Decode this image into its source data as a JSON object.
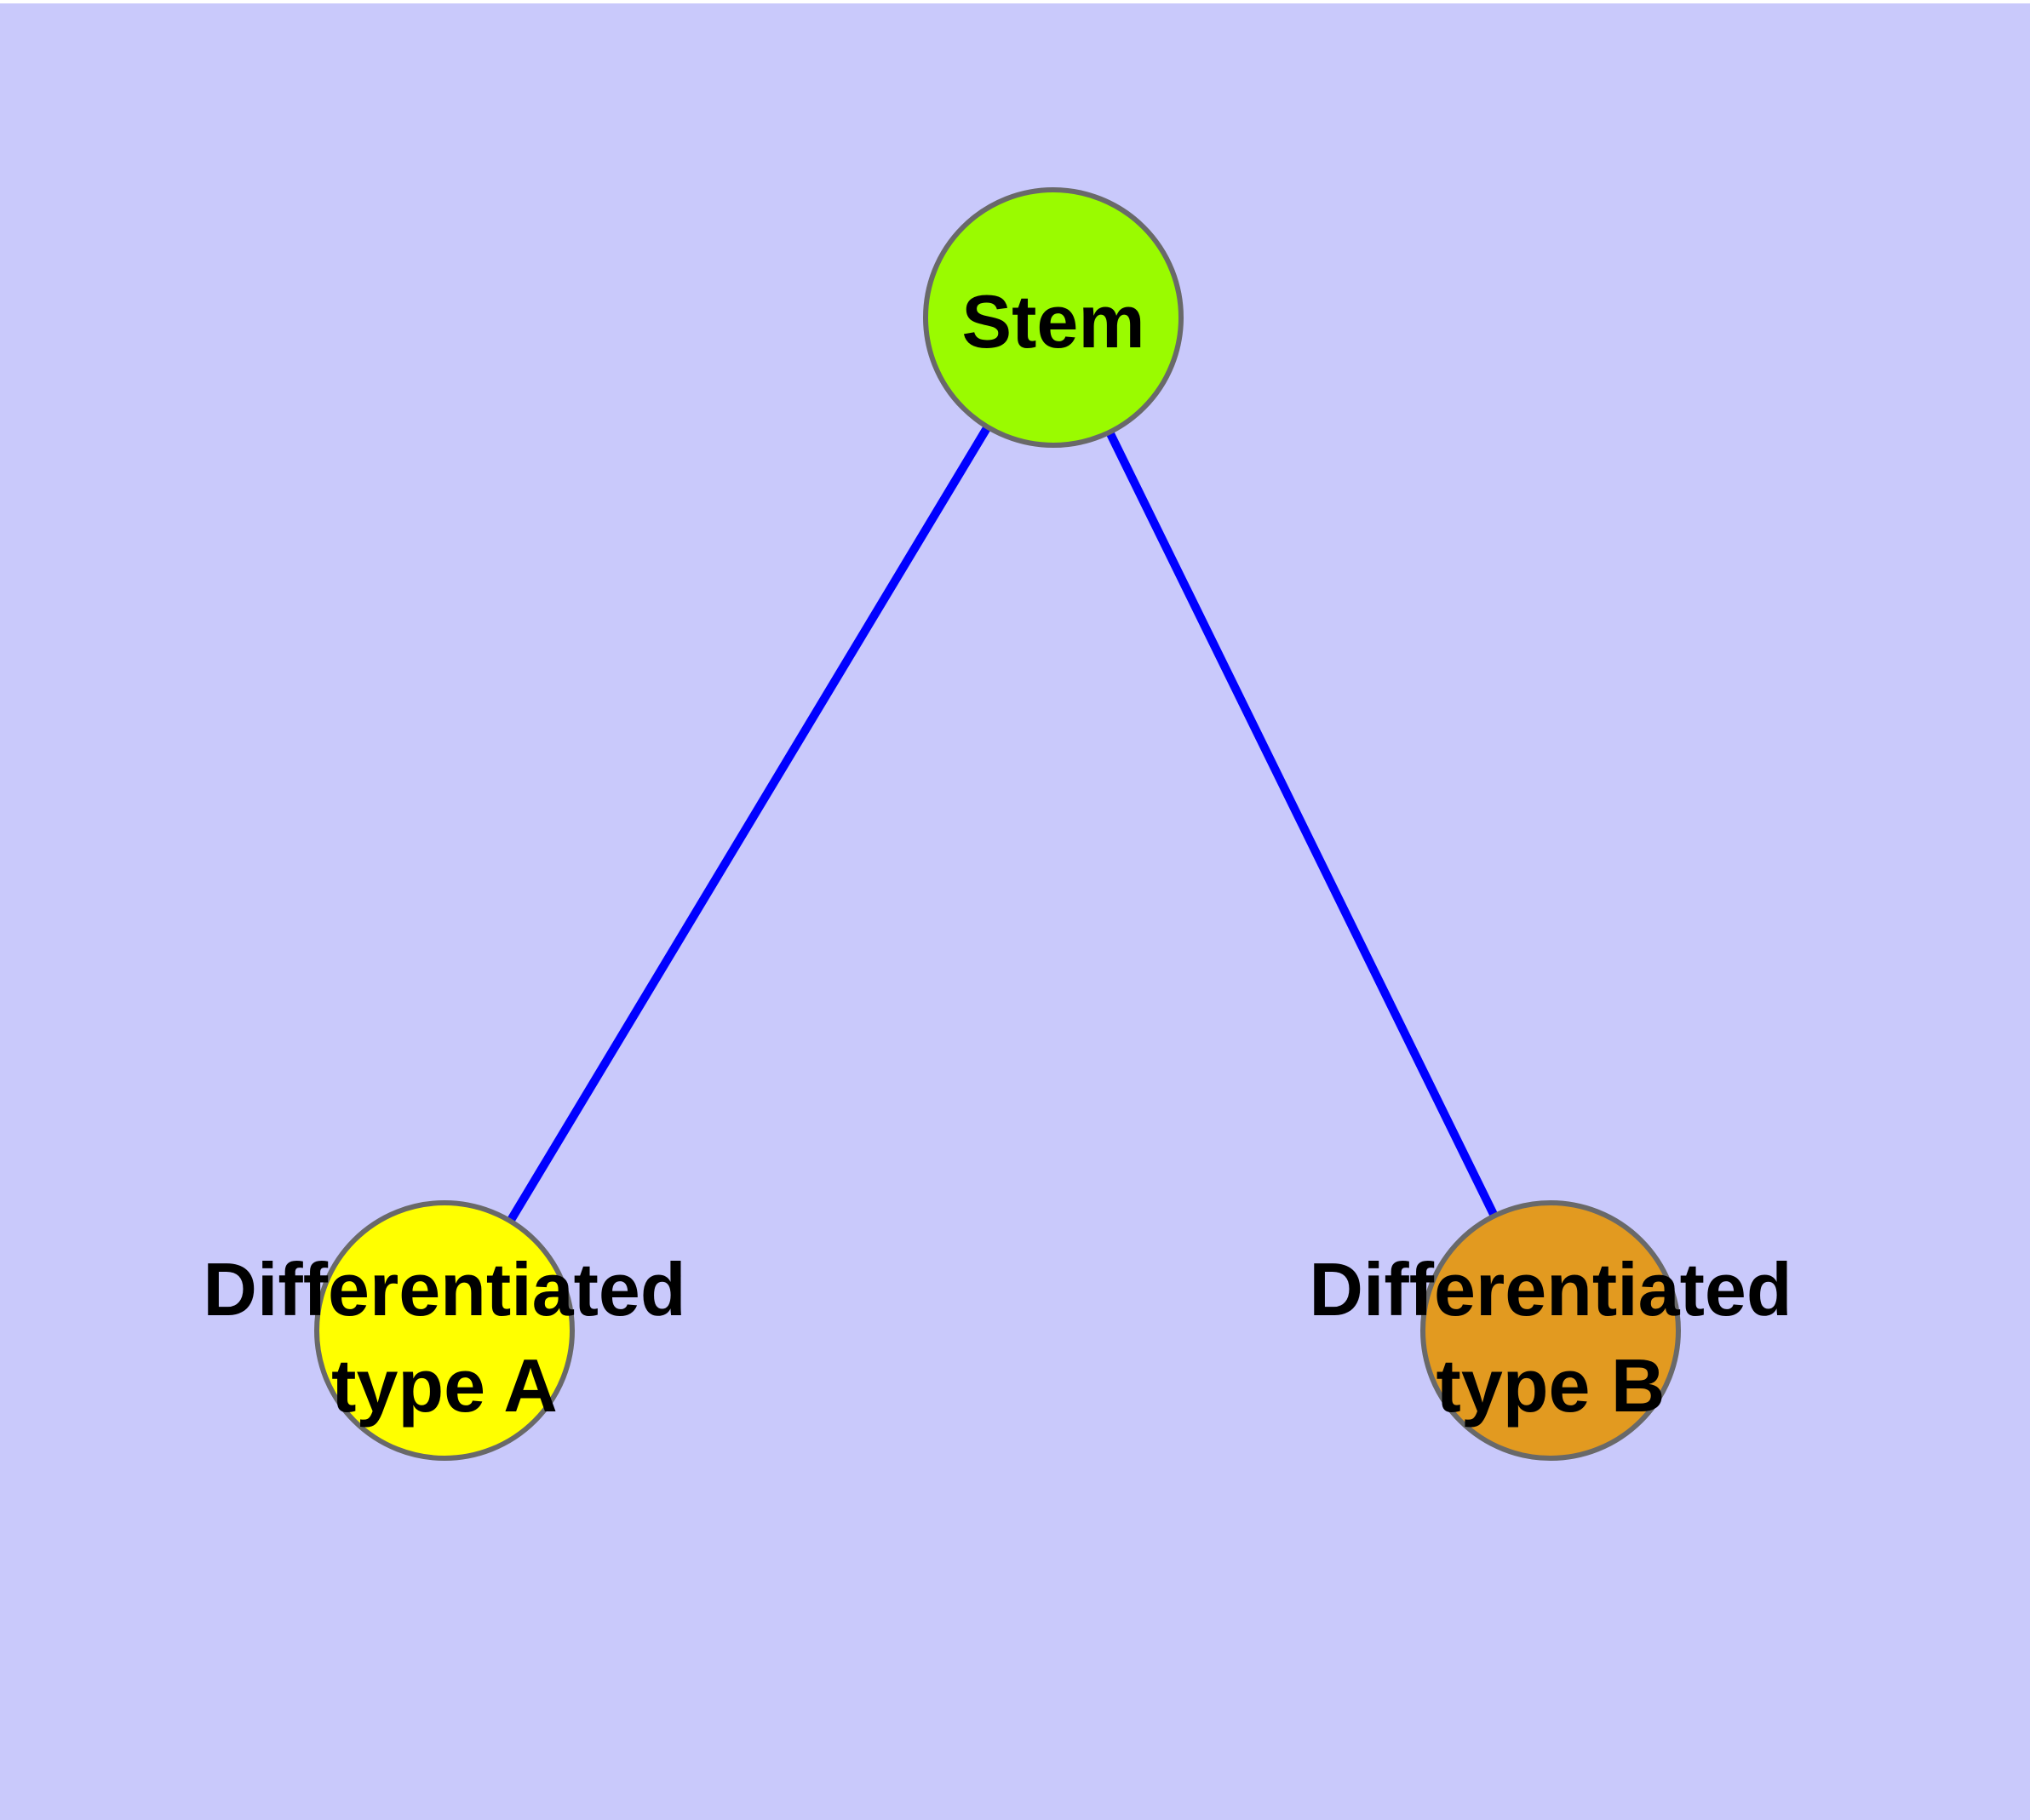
{
  "diagram": {
    "kind": "node-link-graph",
    "background_color": "#c9c9fb",
    "top_margin_color": "#ffffff",
    "edge_color": "#0000ff",
    "node_border_color": "#696969",
    "label_color": "#000000",
    "nodes": {
      "stem": {
        "label": "Stem",
        "fill": "#9afb00"
      },
      "type_a": {
        "label": "Differentiated type A",
        "line1": "Differentiated",
        "line2": "type A",
        "fill": "#ffff00"
      },
      "type_b": {
        "label": "Differentiated type B",
        "line1": "Differentiated",
        "line2": "type B",
        "fill": "#e29a20"
      }
    },
    "edges": [
      {
        "from": "Stem",
        "to": "Differentiated type A"
      },
      {
        "from": "Stem",
        "to": "Differentiated type B"
      }
    ]
  }
}
